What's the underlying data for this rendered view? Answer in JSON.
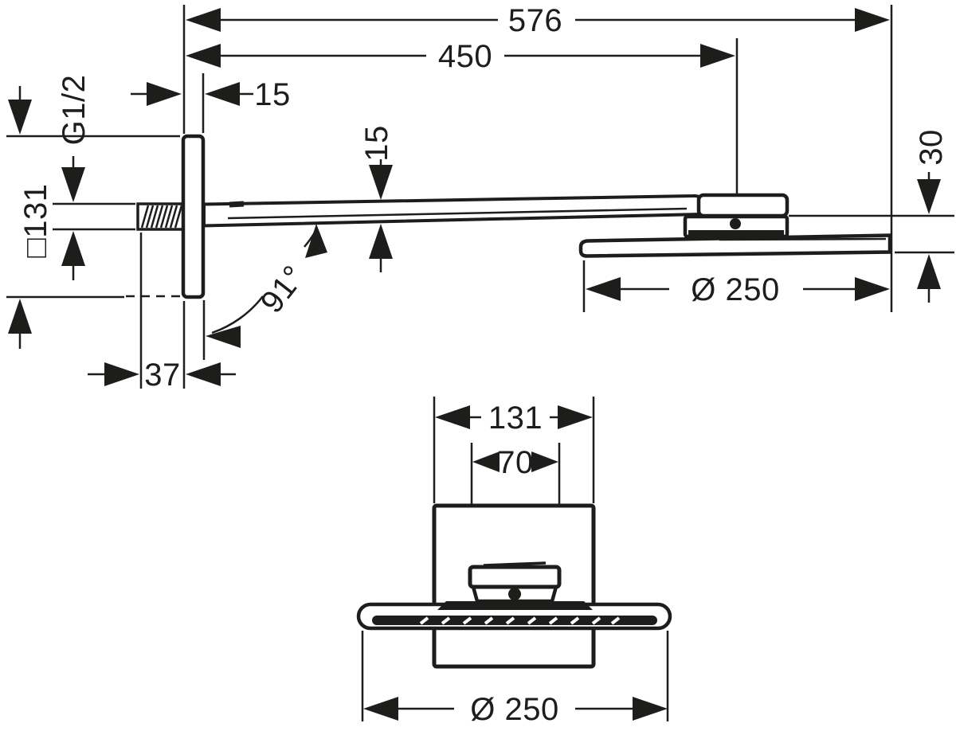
{
  "colors": {
    "ink": "#1d1d1b",
    "background": "#ffffff"
  },
  "side_view": {
    "dim_overall_depth": "576",
    "dim_arm_center": "450",
    "dim_plate_thickness": "15",
    "dim_arm_height": "15",
    "thread_size": "G1/2",
    "dim_plate_square": "□131",
    "dim_arm_angle": "91°",
    "dim_thread_length": "37",
    "dim_head_diameter": "Ø 250",
    "dim_head_height": "30"
  },
  "front_view": {
    "dim_plate_width": "131",
    "dim_connector_width": "70",
    "dim_head_diameter": "Ø 250"
  }
}
